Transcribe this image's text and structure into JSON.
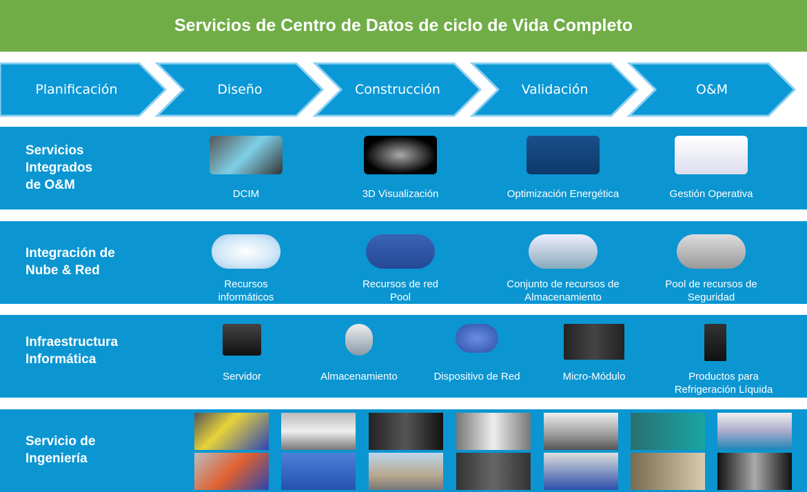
{
  "title": "Servicios de Centro de Datos de ciclo de Vida Completo",
  "phases": [
    "Planificación",
    "Diseño",
    "Construcción",
    "Validación",
    "O&M"
  ],
  "rows": [
    {
      "title": "Servicios\nIntegrados\nde O&M",
      "items": [
        "DCIM",
        "3D Visualización",
        "Optimización Energética",
        "Gestión Operativa"
      ]
    },
    {
      "title": "Integración de\nNube & Red",
      "items": [
        "Recursos\ninformáticos",
        "Recursos de red\nPool",
        "Conjunto de recursos de\nAlmacenamiento",
        "Pool de recursos de\nSeguridad"
      ]
    },
    {
      "title": "Infraestructura\nInformática",
      "items": [
        "Servidor",
        "Almacenamiento",
        "Dispositivo de Red",
        "Micro-Módulo",
        "Productos para\nRefrigeración Líquida"
      ]
    },
    {
      "title": "Servicio de\nIngeniería",
      "items": []
    }
  ],
  "colors": {
    "title_bg": "#70ad47",
    "band": "#0b96d2",
    "chevron": "#0a98d6"
  }
}
